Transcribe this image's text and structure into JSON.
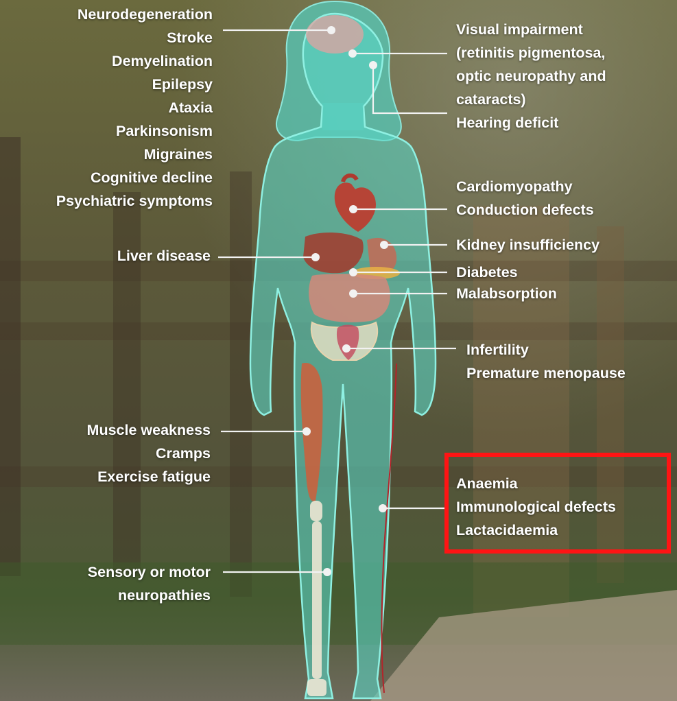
{
  "colors": {
    "body_fill": "#5ad7c8",
    "leader_line": "#f2f2f2",
    "label_text": "#ffffff",
    "highlight": "#ff1414"
  },
  "labels": {
    "brain": [
      "Neurodegeneration",
      "Stroke",
      "Demyelination",
      "Epilepsy",
      "Ataxia",
      "Parkinsonism",
      "Migraines",
      "Cognitive decline",
      "Psychiatric symptoms"
    ],
    "eyes_ears": [
      "Visual impairment",
      "(retinitis pigmentosa,",
      "optic neuropathy and",
      "cataracts)",
      "Hearing deficit"
    ],
    "heart": [
      "Cardiomyopathy",
      "Conduction defects"
    ],
    "kidney": [
      "Kidney insufficiency"
    ],
    "pancreas": [
      "Diabetes"
    ],
    "gut": [
      "Malabsorption"
    ],
    "liver": [
      "Liver disease"
    ],
    "reproductive": [
      "Infertility",
      "Premature menopause"
    ],
    "muscle": [
      "Muscle weakness",
      "Cramps",
      "Exercise fatigue"
    ],
    "blood": [
      "Anaemia",
      "Immunological defects",
      "Lactacidaemia"
    ],
    "nerves": [
      "Sensory or motor",
      "neuropathies"
    ]
  }
}
